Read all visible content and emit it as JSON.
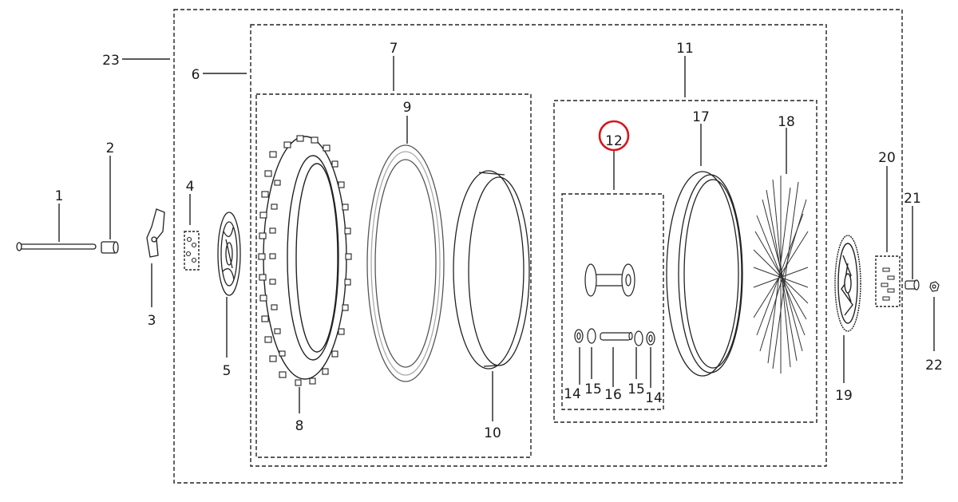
{
  "diagram": {
    "highlight_color": "#d8151b",
    "highlighted_part": "12",
    "callouts": {
      "c1": "1",
      "c2": "2",
      "c3": "3",
      "c4": "4",
      "c5": "5",
      "c6": "6",
      "c7": "7",
      "c8": "8",
      "c9": "9",
      "c10": "10",
      "c11": "11",
      "c12": "12",
      "c14a": "14",
      "c15a": "15",
      "c16": "16",
      "c15b": "15",
      "c14b": "14",
      "c17": "17",
      "c18": "18",
      "c19": "19",
      "c20": "20",
      "c21": "21",
      "c22": "22",
      "c23": "23"
    }
  }
}
